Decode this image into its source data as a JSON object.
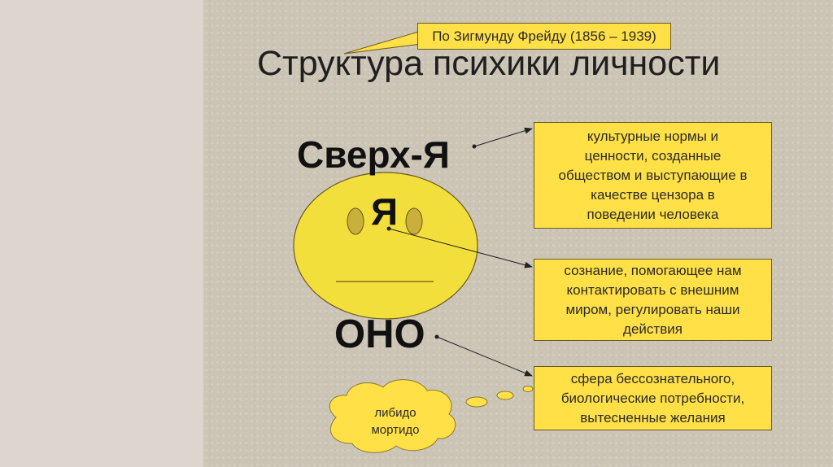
{
  "slide": {
    "source_note": "По Зигмунду Фрейду (1856 – 1939)",
    "title": "Структура психики личности",
    "superego_label": "Сверх-Я",
    "ego_label": "Я",
    "id_label": "ОНО",
    "superego_description": "культурные нормы и\nценности, созданные\nобществом и выступающие в\nкачестве цензора в\nповедении человека",
    "ego_description": "сознание, помогающее нам\nконтактировать с внешним\nмиром, регулировать наши\nдействия",
    "id_description": "сфера бессознательного,\nбиологические потребности,\nвытесненные желания",
    "drives": "либидо\nмортидо"
  },
  "colors": {
    "slide_background": "#ccc5b6",
    "left_panel": "#ddd6cf",
    "note_fill": "#ffe047",
    "face_fill": "#f3df3c",
    "eye_fill": "#c8b03a",
    "outline": "#6a5a20"
  }
}
